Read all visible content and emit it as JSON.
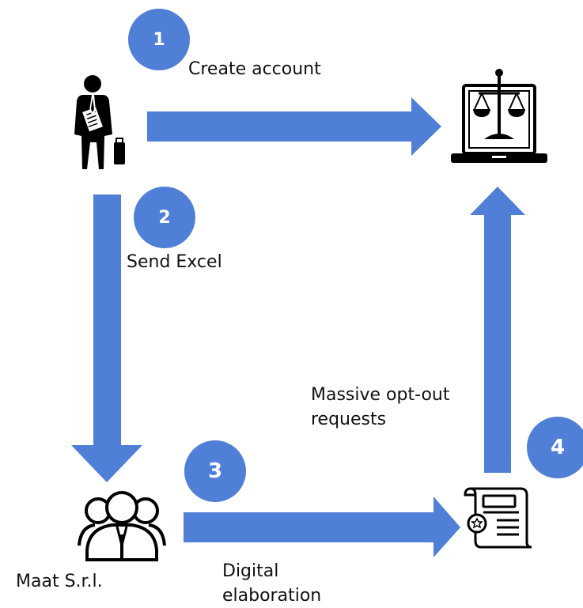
{
  "colors": {
    "arrow": "#4f7fd6",
    "badge": "#4f7fd6",
    "icon": "#000000",
    "text": "#111111"
  },
  "steps": [
    {
      "number": "1",
      "label": "Create account"
    },
    {
      "number": "2",
      "label": "Send Excel"
    },
    {
      "number": "3",
      "label": "Digital\nelaboration"
    },
    {
      "number": "4",
      "label": "Massive opt-out\nrequests"
    }
  ],
  "actors": {
    "company_label": "Maat S.r.l."
  },
  "icons": {
    "user": "businessman-icon",
    "portal": "laptop-justice-scale-icon",
    "company": "team-group-icon",
    "document": "certificate-document-icon"
  }
}
